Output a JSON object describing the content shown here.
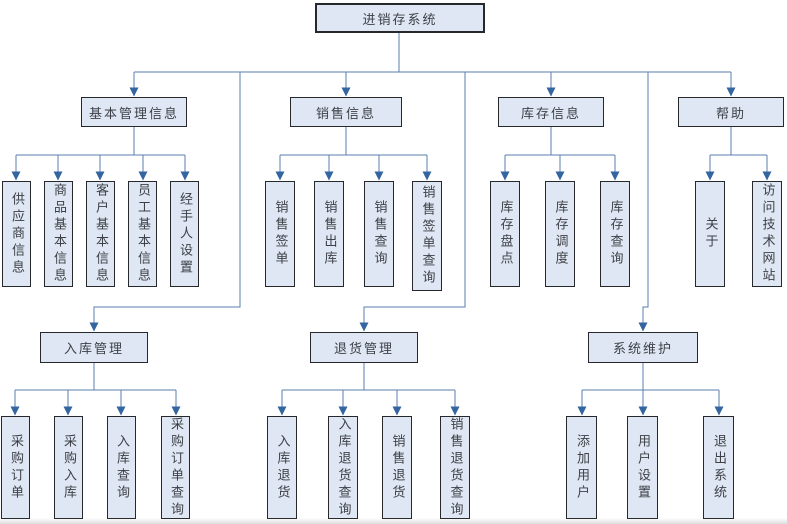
{
  "diagram": {
    "root": {
      "label": "进销存系统"
    },
    "branches": [
      {
        "label": "基本管理信息",
        "children": [
          "供应商信息",
          "商品基本信息",
          "客户基本信息",
          "员工基本信息",
          "经手人设置"
        ]
      },
      {
        "label": "销售信息",
        "children": [
          "销售签单",
          "销售出库",
          "销售查询",
          "销售签单查询"
        ]
      },
      {
        "label": "库存信息",
        "children": [
          "库存盘点",
          "库存调度",
          "库存查询"
        ]
      },
      {
        "label": "帮助",
        "children": [
          "关于",
          "访问技术网站"
        ]
      }
    ],
    "modules": [
      {
        "label": "入库管理",
        "children": [
          "采购订单",
          "采购入库",
          "入库查询",
          "采购订单查询"
        ]
      },
      {
        "label": "退货管理",
        "children": [
          "入库退货",
          "入库退货查询",
          "销售退货",
          "销售退货查询"
        ]
      },
      {
        "label": "系统维护",
        "children": [
          "添加用户",
          "用户设置",
          "退出系统"
        ]
      }
    ],
    "colors": {
      "node_fill": "#dee7f3",
      "node_border": "#26282b",
      "connector": "#5b7fae",
      "arrowhead": "#3465a0",
      "text": "#3e4147"
    }
  }
}
